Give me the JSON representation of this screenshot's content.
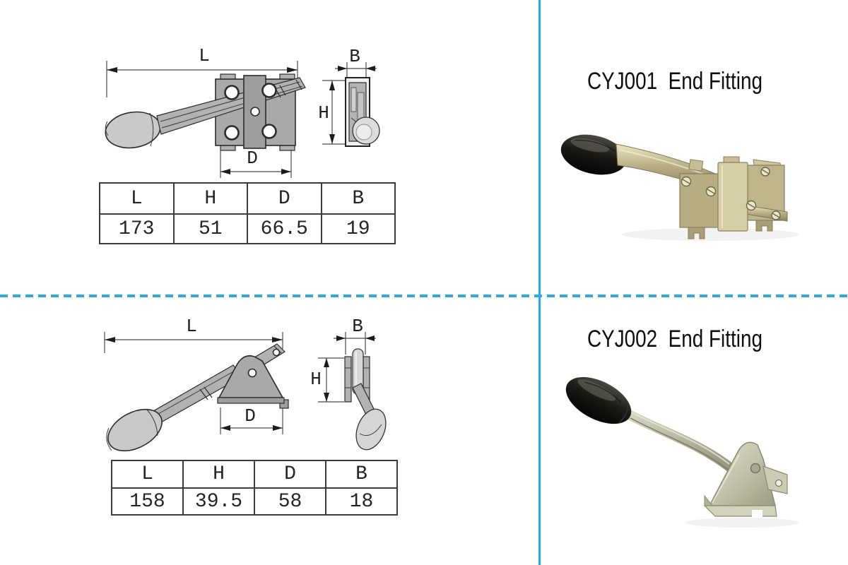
{
  "page": {
    "kind": "product catalog sheet",
    "divider_color": "#2aabe1",
    "drawing_fill": "#b2b2b2",
    "drawing_line": "#2b2b2b",
    "photo_metal_color": "#beb58b",
    "photo_grip_color": "#161614"
  },
  "products": [
    {
      "title": "CYJ001  End Fitting",
      "dim_labels": {
        "L": "L",
        "H": "H",
        "D": "D",
        "B": "B"
      },
      "table": {
        "headers": [
          "L",
          "H",
          "D",
          "B"
        ],
        "values": [
          "173",
          "51",
          "66.5",
          "19"
        ]
      }
    },
    {
      "title": "CYJ002  End Fitting",
      "dim_labels": {
        "L": "L",
        "H": "H",
        "D": "D",
        "B": "B"
      },
      "table": {
        "headers": [
          "L",
          "H",
          "D",
          "B"
        ],
        "values": [
          "158",
          "39.5",
          "58",
          "18"
        ]
      }
    }
  ]
}
